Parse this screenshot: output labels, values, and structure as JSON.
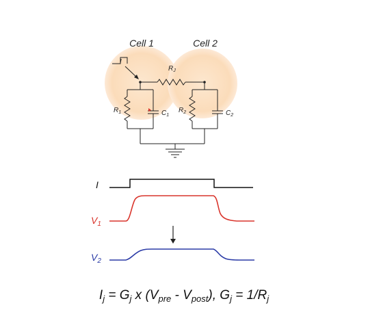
{
  "cells": {
    "cell1_label": "Cell 1",
    "cell2_label": "Cell 2"
  },
  "circuit": {
    "current_symbol": "I",
    "junction_resistor": "R",
    "junction_resistor_sub": "J",
    "r1": "R",
    "r1_sub": "1",
    "c1": "C",
    "c1_sub": "1",
    "r2": "R",
    "r2_sub": "2",
    "c2": "C",
    "c2_sub": "2"
  },
  "traces": {
    "i_label": "I",
    "v1_label": "V",
    "v1_sub": "1",
    "v2_label": "V",
    "v2_sub": "2"
  },
  "equation": {
    "lhs": "I",
    "lhs_sub": "j",
    "eq1": " = G",
    "g_sub": "j",
    "times": " x (V",
    "pre_sub": "pre",
    "minus": " - V",
    "post_sub": "post",
    "close": "), G",
    "g2_sub": "j",
    "eq2": " = 1/R",
    "r_sub": "j"
  },
  "colors": {
    "cell_fill": "#fce3c6",
    "i_trace": "#111111",
    "v1_trace": "#d9342b",
    "v2_trace": "#2a3aa6",
    "wire": "#222222"
  }
}
